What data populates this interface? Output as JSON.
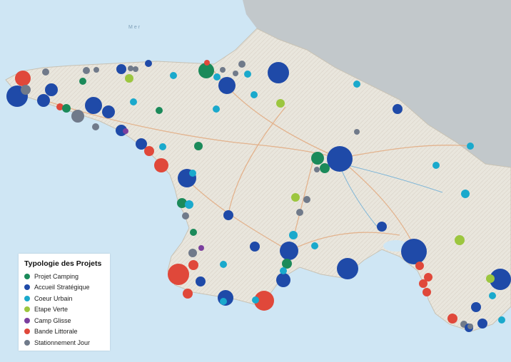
{
  "legend": {
    "title": "Typologie des Projets",
    "items": [
      {
        "label": "Projet Camping",
        "color": "#1b8a5a"
      },
      {
        "label": "Accueil Stratégique",
        "color": "#1f4aa8"
      },
      {
        "label": "Coeur Urbain",
        "color": "#1aa9cc"
      },
      {
        "label": "Etape Verte",
        "color": "#9cc63f"
      },
      {
        "label": "Camp Glisse",
        "color": "#7b3f9e"
      },
      {
        "label": "Bande Littorale",
        "color": "#e0483a"
      },
      {
        "label": "Stationnement Jour",
        "color": "#707a8a"
      }
    ]
  },
  "map_labels": {
    "sea_label": "Mer"
  },
  "markers": [
    {
      "type": "Projet Camping"
    },
    {
      "type": "Accueil Stratégique"
    },
    {
      "type": "Coeur Urbain"
    },
    {
      "type": "Etape Verte"
    },
    {
      "type": "Camp Glisse"
    },
    {
      "type": "Bande Littorale"
    },
    {
      "type": "Stationnement Jour"
    }
  ]
}
